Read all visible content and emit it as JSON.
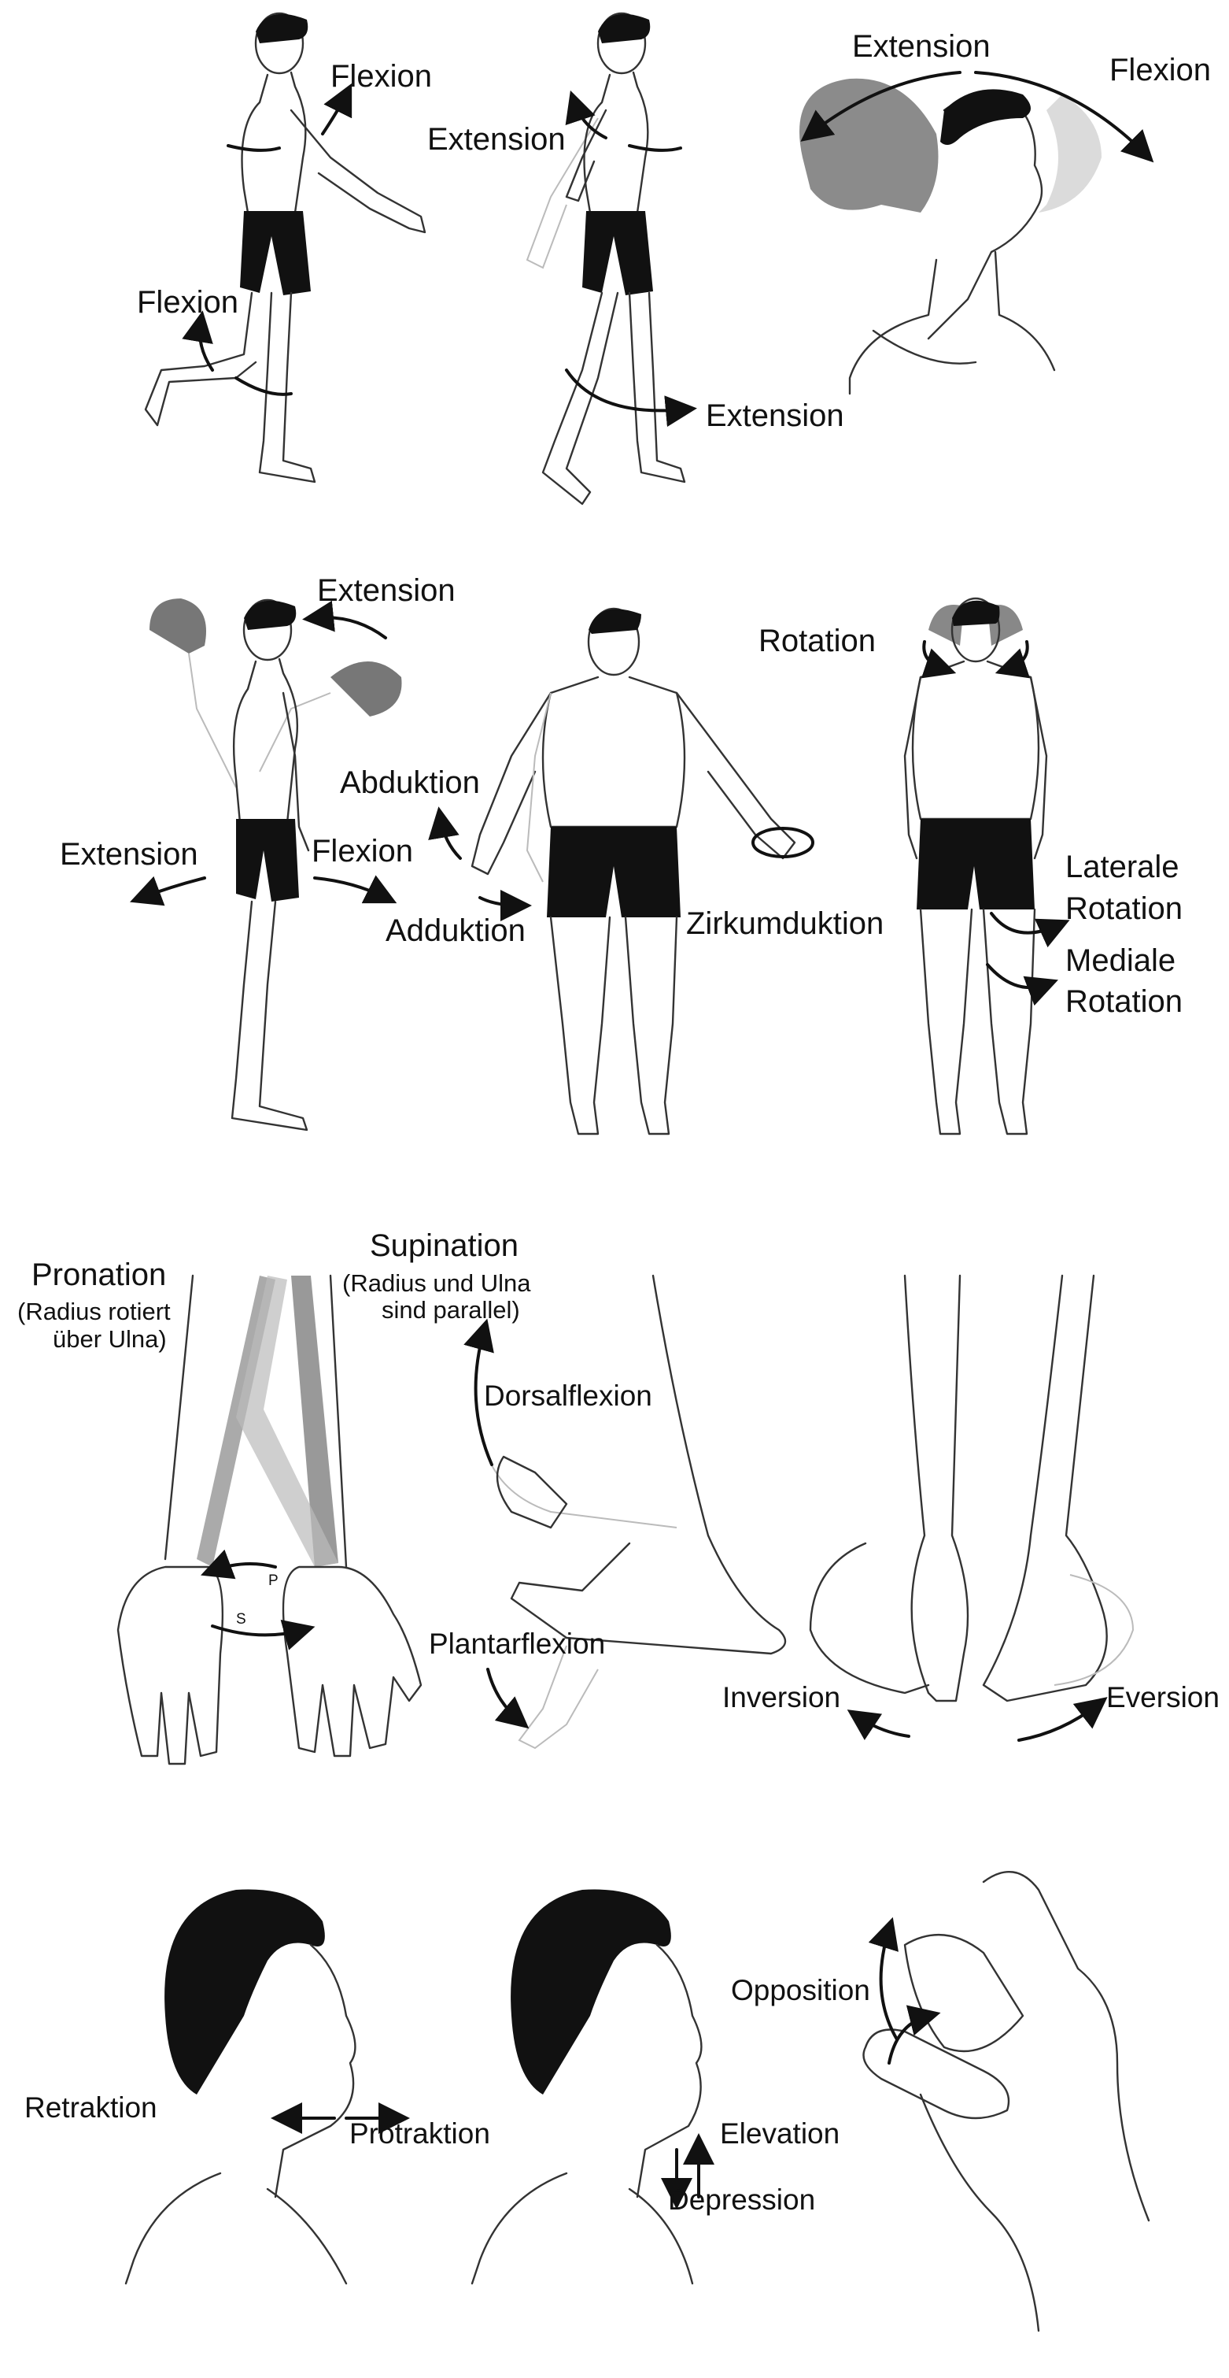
{
  "labels": {
    "row1": {
      "shoulder_flexion": "Flexion",
      "hip_flexion": "Flexion",
      "shoulder_extension": "Extension",
      "hip_extension": "Extension",
      "neck_extension": "Extension",
      "neck_flexion": "Flexion"
    },
    "row2": {
      "trunk_extension_top": "Extension",
      "trunk_extension_left": "Extension",
      "trunk_flexion": "Flexion",
      "abduktion": "Abduktion",
      "adduktion": "Adduktion",
      "zirkumduktion": "Zirkumduktion",
      "rotation": "Rotation",
      "laterale_rotation_1": "Laterale",
      "laterale_rotation_2": "Rotation",
      "mediale_rotation_1": "Mediale",
      "mediale_rotation_2": "Rotation"
    },
    "row3": {
      "pronation": "Pronation",
      "pronation_note_1": "(Radius rotiert",
      "pronation_note_2": "über Ulna)",
      "supination": "Supination",
      "supination_note_1": "(Radius und Ulna",
      "supination_note_2": "sind parallel)",
      "p_marker": "P",
      "s_marker": "S",
      "dorsalflexion": "Dorsalflexion",
      "plantarflexion": "Plantarflexion",
      "inversion": "Inversion",
      "eversion": "Eversion"
    },
    "row4": {
      "retraktion": "Retraktion",
      "protraktion": "Protraktion",
      "elevation": "Elevation",
      "depression": "Depression",
      "opposition": "Opposition"
    }
  }
}
